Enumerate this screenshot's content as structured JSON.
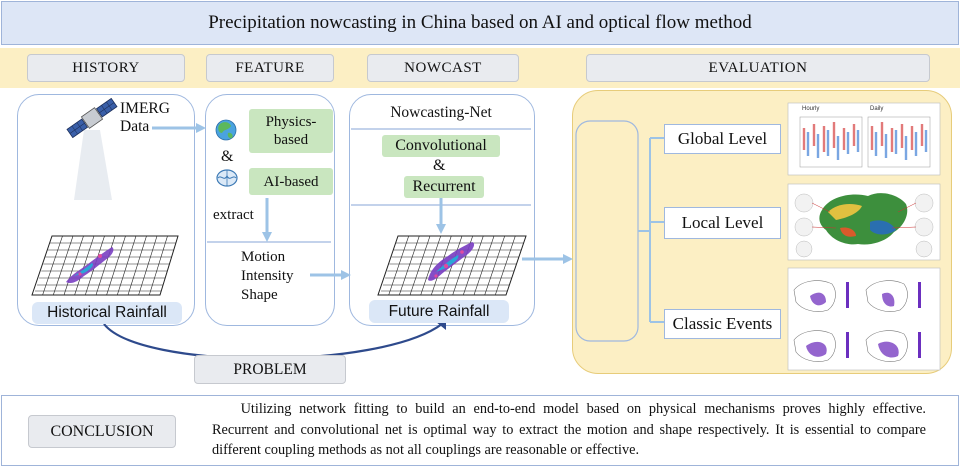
{
  "title": "Precipitation nowcasting in China based on AI and optical flow method",
  "headers": {
    "history": "HISTORY",
    "feature": "FEATURE",
    "nowcast": "NOWCAST",
    "evaluation": "EVALUATION"
  },
  "history": {
    "source_line1": "IMERG",
    "source_line2": "Data",
    "caption": "Historical Rainfall"
  },
  "feature": {
    "physics_line1": "Physics-",
    "physics_line2": "based",
    "and": "&",
    "ai": "AI-based",
    "extract": "extract",
    "outputs": [
      "Motion",
      "Intensity",
      "Shape"
    ]
  },
  "nowcast": {
    "net_title": "Nowcasting-Net",
    "conv": "Convolutional",
    "and": "&",
    "recurrent": "Recurrent",
    "caption": "Future Rainfall"
  },
  "evaluation": {
    "levels": [
      "Global Level",
      "Local Level",
      "Classic Events"
    ],
    "chart_panels": [
      "Hourly",
      "Daily"
    ]
  },
  "problem": "PROBLEM",
  "conclusion": {
    "label": "CONCLUSION",
    "text": "Utilizing network fitting to build an end-to-end model based on physical mechanisms proves highly effective. Recurrent and convolutional net is optimal way to extract the motion and shape respectively. It is essential to compare different coupling methods as not all couplings are reasonable or effective."
  },
  "colors": {
    "title_bg": "#dde6f6",
    "band": "#fcefc4",
    "panel_border": "#9fb8df",
    "green": "#c9e6bf",
    "arrow": "#9dc3e6",
    "dark_arc": "#2e4a8c"
  }
}
